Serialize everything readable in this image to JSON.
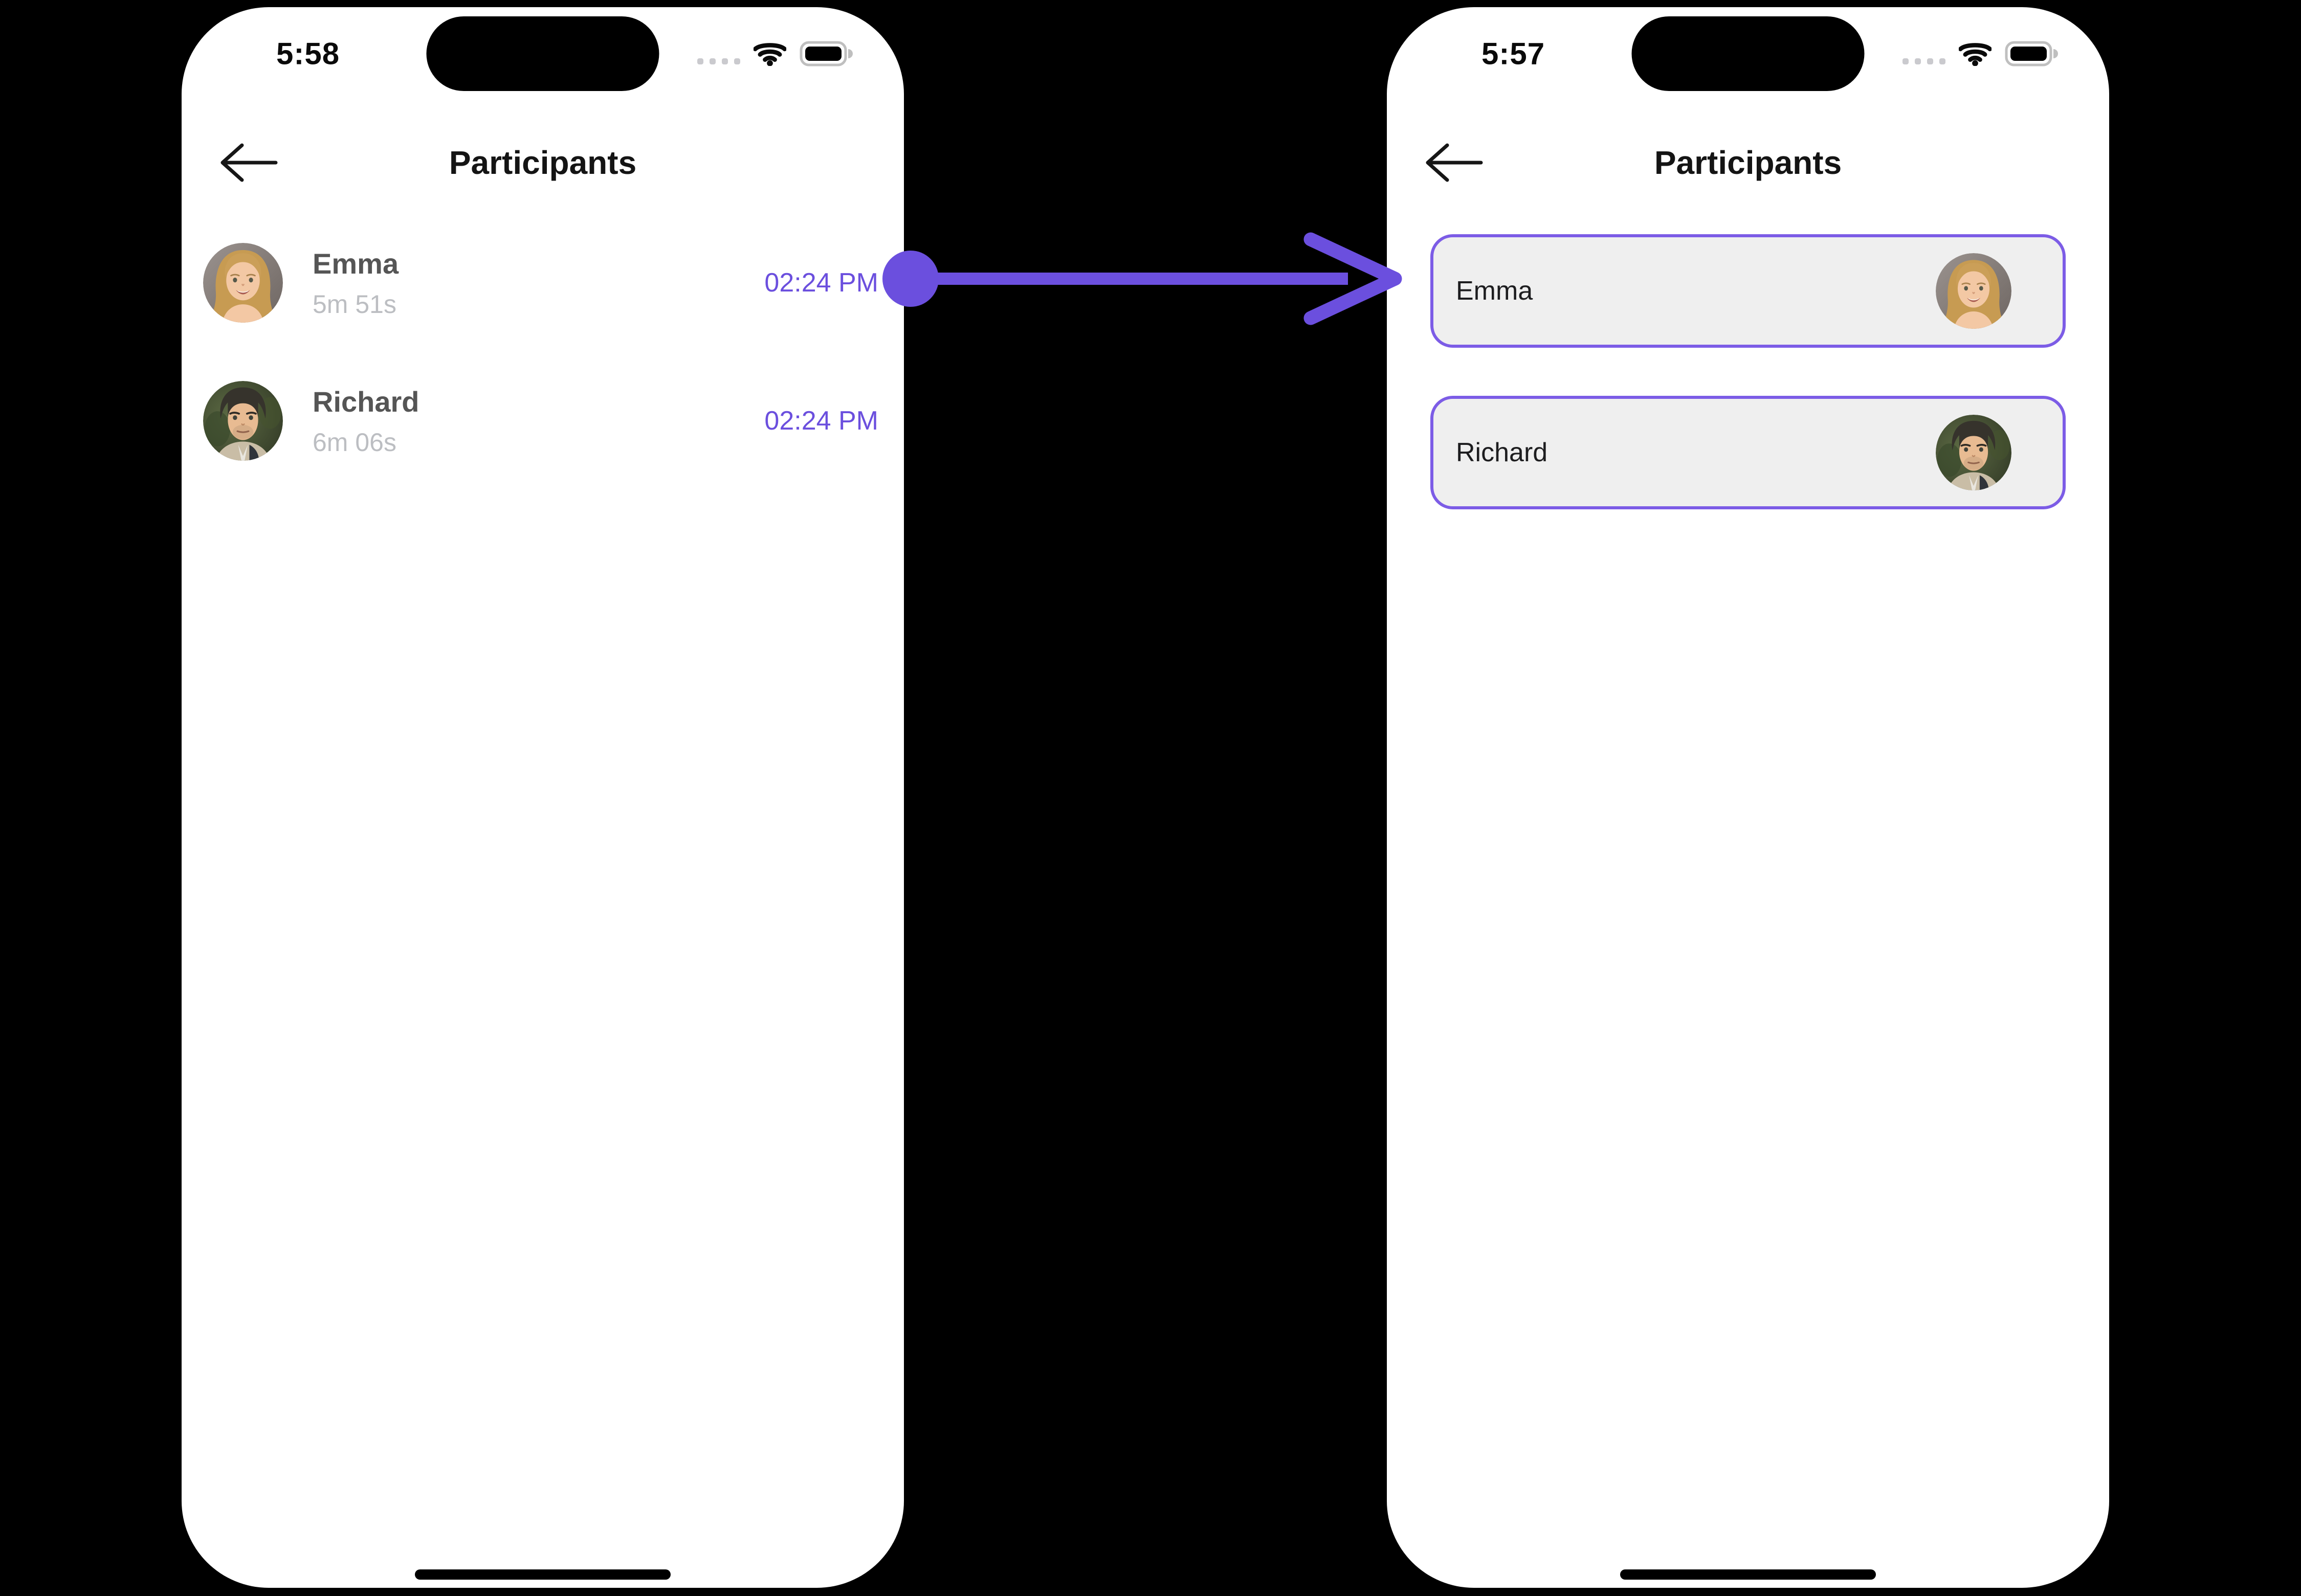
{
  "colors": {
    "accent": "#6B4FDE",
    "card_border": "#7C5CE6",
    "card_bg": "#EFEFEF",
    "phone_bg": "#FFFFFF",
    "page_bg": "#000000",
    "title_color": "#141414",
    "list_name_color": "#555555",
    "muted_color": "#BCBEC2"
  },
  "phone_left": {
    "status_bar": {
      "time": "5:58",
      "icons": [
        "cellular-dots",
        "wifi",
        "battery-full"
      ]
    },
    "header": {
      "title": "Participants",
      "back_icon": "arrow-left"
    },
    "participants": [
      {
        "name": "Emma",
        "duration": "5m 51s",
        "joined_time": "02:24 PM",
        "avatar": "emma"
      },
      {
        "name": "Richard",
        "duration": "6m 06s",
        "joined_time": "02:24 PM",
        "avatar": "richard"
      }
    ]
  },
  "phone_right": {
    "status_bar": {
      "time": "5:57",
      "icons": [
        "cellular-dots",
        "wifi",
        "battery-full"
      ]
    },
    "header": {
      "title": "Participants",
      "back_icon": "arrow-left"
    },
    "participants": [
      {
        "name": "Emma",
        "avatar": "emma"
      },
      {
        "name": "Richard",
        "avatar": "richard"
      }
    ]
  },
  "arrow": {
    "direction": "left-to-right",
    "color": "#6B4FDE"
  }
}
